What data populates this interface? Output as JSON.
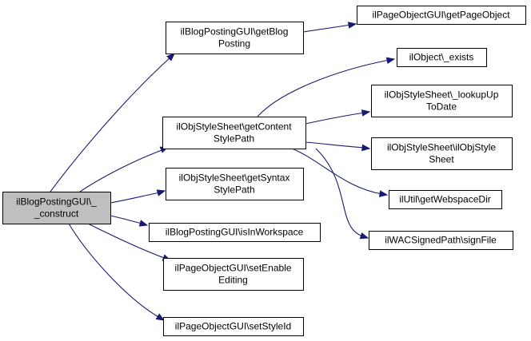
{
  "diagram": {
    "colors": {
      "edge": "#191970",
      "root_fill": "#bfbfbf",
      "node_fill": "#ffffff",
      "border": "#000000"
    },
    "nodes": [
      {
        "id": "root",
        "lines": [
          "ilBlogPostingGUI\\_",
          "_construct"
        ]
      },
      {
        "id": "getBlogPosting",
        "lines": [
          "ilBlogPostingGUI\\getBlog",
          "Posting"
        ]
      },
      {
        "id": "getPageObject",
        "lines": [
          "ilPageObjectGUI\\getPageObject"
        ]
      },
      {
        "id": "getContentStylePath",
        "lines": [
          "ilObjStyleSheet\\getContent",
          "StylePath"
        ]
      },
      {
        "id": "exists",
        "lines": [
          "ilObject\\_exists"
        ]
      },
      {
        "id": "lookupUpToDate",
        "lines": [
          "ilObjStyleSheet\\_lookupUp",
          "ToDate"
        ]
      },
      {
        "id": "ilObjStyleSheet",
        "lines": [
          "ilObjStyleSheet\\ilObjStyle",
          "Sheet"
        ]
      },
      {
        "id": "getWebspaceDir",
        "lines": [
          "ilUtil\\getWebspaceDir"
        ]
      },
      {
        "id": "signFile",
        "lines": [
          "ilWACSignedPath\\signFile"
        ]
      },
      {
        "id": "getSyntaxStylePath",
        "lines": [
          "ilObjStyleSheet\\getSyntax",
          "StylePath"
        ]
      },
      {
        "id": "isInWorkspace",
        "lines": [
          "ilBlogPostingGUI\\isInWorkspace"
        ]
      },
      {
        "id": "setEnableEditing",
        "lines": [
          "ilPageObjectGUI\\setEnable",
          "Editing"
        ]
      },
      {
        "id": "setStyleId",
        "lines": [
          "ilPageObjectGUI\\setStyleId"
        ]
      }
    ],
    "edges": [
      [
        "root",
        "getBlogPosting"
      ],
      [
        "root",
        "getContentStylePath"
      ],
      [
        "root",
        "getSyntaxStylePath"
      ],
      [
        "root",
        "isInWorkspace"
      ],
      [
        "root",
        "setEnableEditing"
      ],
      [
        "root",
        "setStyleId"
      ],
      [
        "getBlogPosting",
        "getPageObject"
      ],
      [
        "getContentStylePath",
        "exists"
      ],
      [
        "getContentStylePath",
        "lookupUpToDate"
      ],
      [
        "getContentStylePath",
        "ilObjStyleSheet"
      ],
      [
        "getContentStylePath",
        "getWebspaceDir"
      ],
      [
        "getContentStylePath",
        "signFile"
      ]
    ]
  }
}
